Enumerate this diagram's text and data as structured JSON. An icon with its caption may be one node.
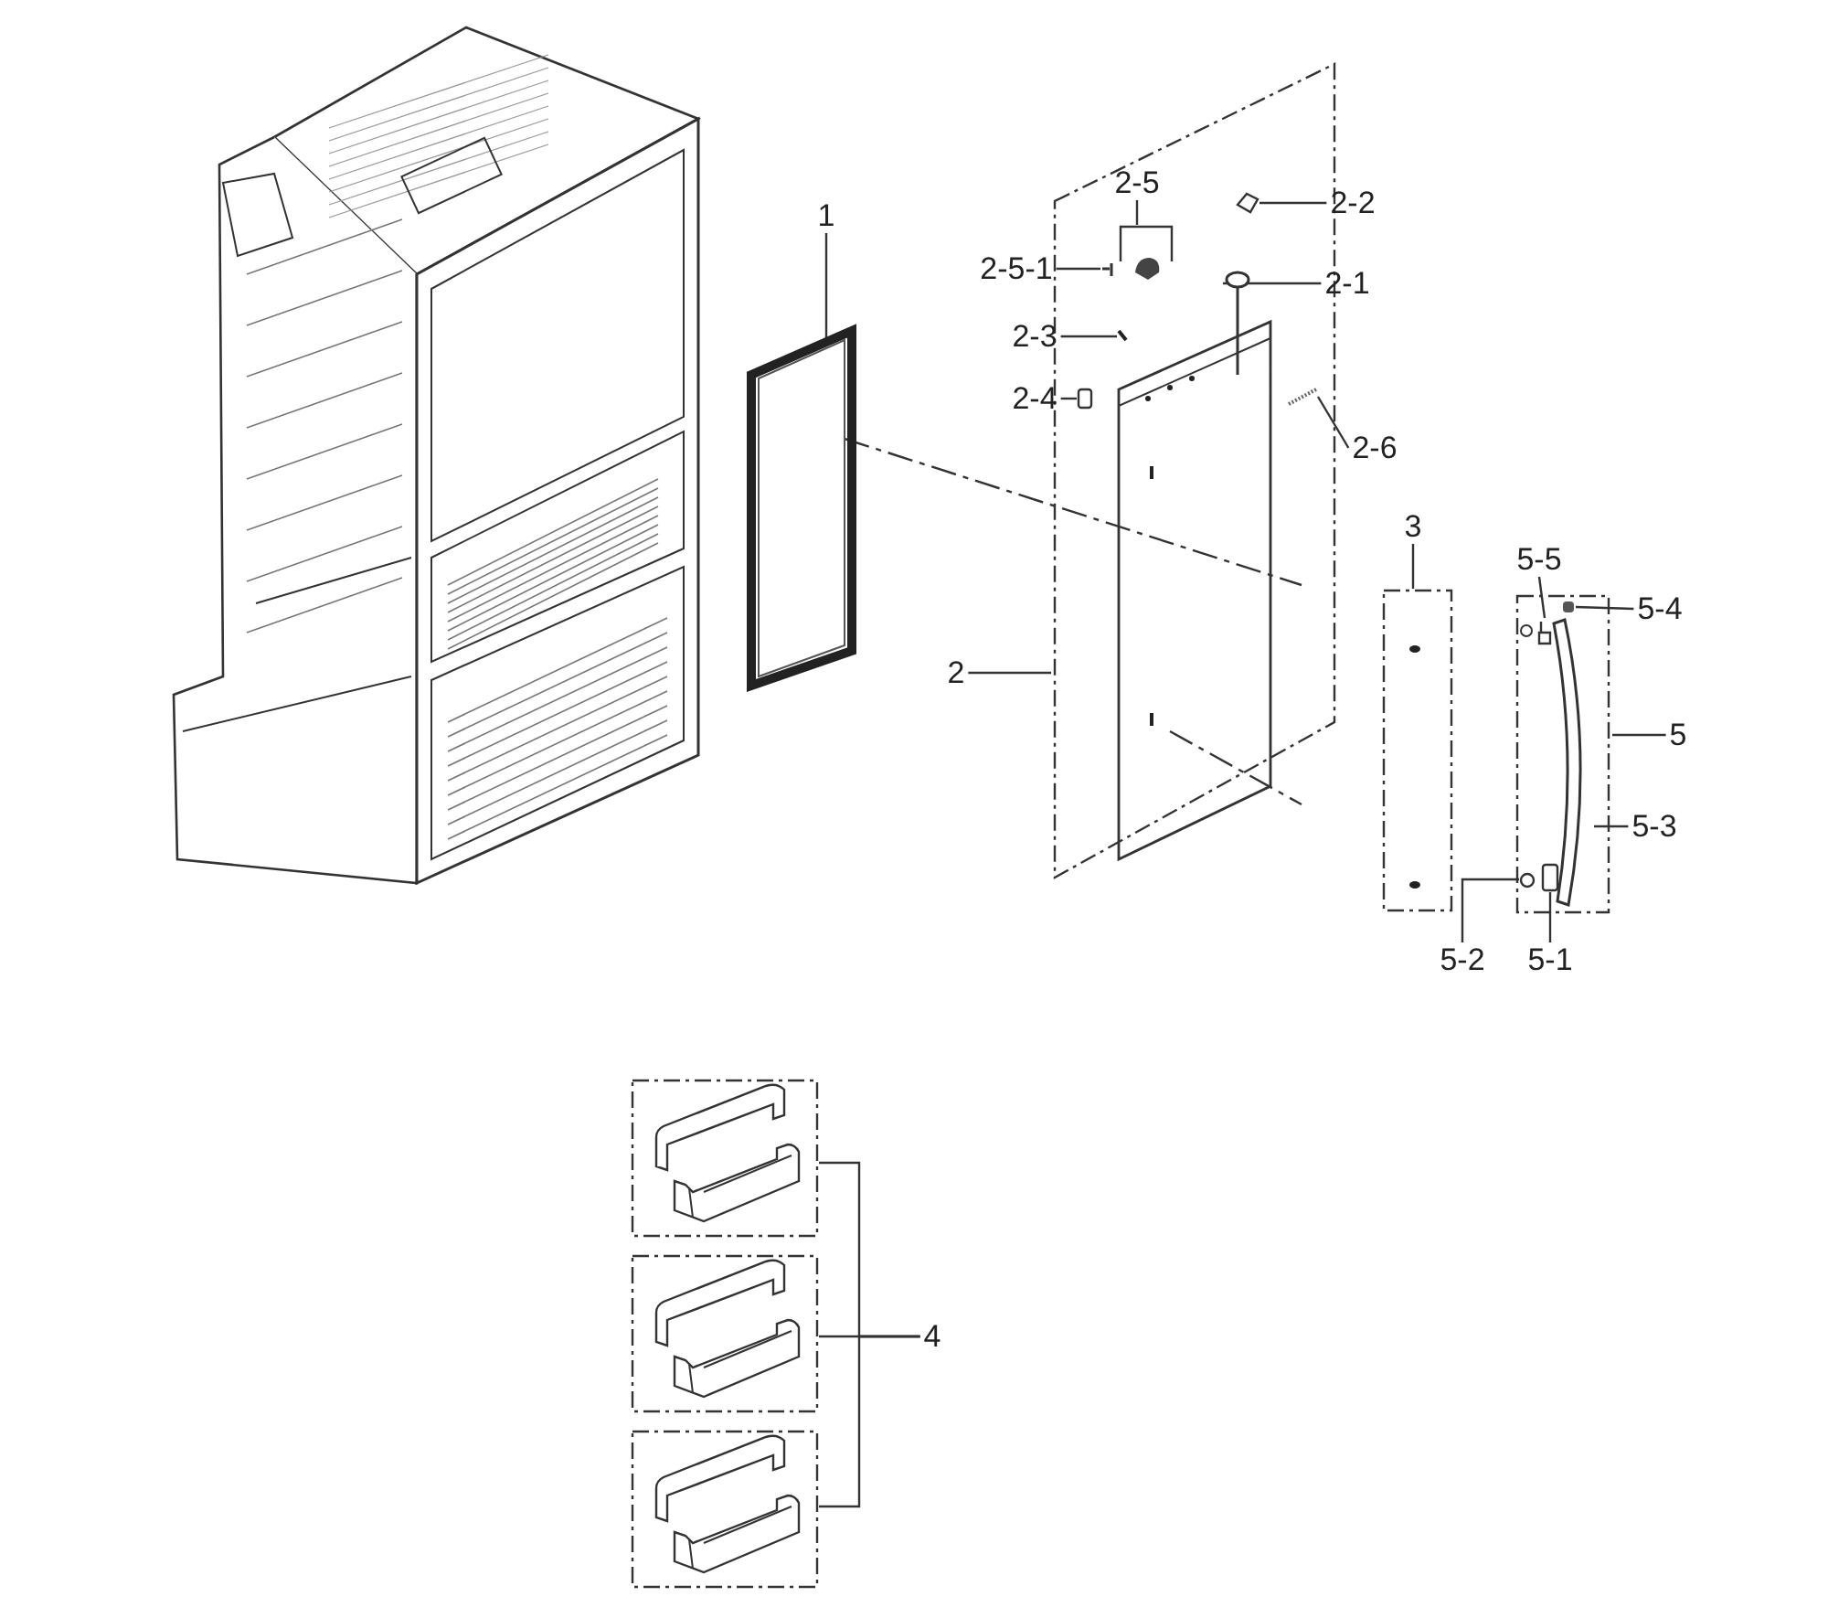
{
  "diagram": {
    "nodes": [
      {
        "text": [
          "1"
        ]
      },
      {
        "text": [],
        "shape": "picture"
      },
      {
        "text": [
          "2"
        ]
      },
      {
        "text": [],
        "shape": "box"
      },
      {
        "text": [
          "2-5"
        ],
        "in": 3
      },
      {
        "text": [],
        "shape": "picture",
        "in": 3
      },
      {
        "text": [
          "2-5-1"
        ]
      },
      {
        "text": [],
        "shape": "picture",
        "in": 3
      },
      {
        "text": [
          "2-2"
        ]
      },
      {
        "text": [],
        "shape": "picture",
        "in": 3
      },
      {
        "text": [
          "2-1"
        ]
      },
      {
        "text": [],
        "shape": "picture",
        "in": 3
      },
      {
        "text": [
          "2-3"
        ]
      },
      {
        "text": [],
        "shape": "picture",
        "in": 3
      },
      {
        "text": [
          "2-4"
        ]
      },
      {
        "text": [],
        "shape": "box",
        "in": 3
      },
      {
        "text": [
          "2-6"
        ]
      },
      {
        "text": [],
        "shape": "picture",
        "in": 3
      },
      {
        "text": [
          "3"
        ]
      },
      {
        "text": [],
        "shape": "box"
      },
      {
        "text": [
          "5"
        ]
      },
      {
        "text": [],
        "shape": "box"
      },
      {
        "text": [
          "5-5"
        ]
      },
      {
        "text": [],
        "shape": "picture",
        "in": 21
      },
      {
        "text": [
          "5-4"
        ]
      },
      {
        "text": [],
        "shape": "box",
        "in": 21
      },
      {
        "text": [
          "5-3"
        ]
      },
      {
        "text": [],
        "shape": "picture",
        "in": 21
      },
      {
        "text": [
          "5-2"
        ]
      },
      {
        "text": [],
        "shape": "circle",
        "in": 21
      },
      {
        "text": [
          "5-1"
        ]
      },
      {
        "text": [],
        "shape": "box",
        "in": 21
      },
      {
        "text": [
          "4"
        ]
      },
      {
        "text": [],
        "shape": "box"
      },
      {
        "text": [],
        "shape": "box"
      },
      {
        "text": [],
        "shape": "box"
      }
    ],
    "edges": [
      {
        "from": 0,
        "to": 1,
        "arrow": "none"
      },
      {
        "from": 2,
        "to": 3,
        "arrow": "none"
      },
      {
        "from": 4,
        "to": 5,
        "arrow": "none"
      },
      {
        "from": 6,
        "to": 7,
        "arrow": "none"
      },
      {
        "from": 8,
        "to": 9,
        "arrow": "none"
      },
      {
        "from": 10,
        "to": 11,
        "arrow": "none"
      },
      {
        "from": 12,
        "to": 13,
        "arrow": "none"
      },
      {
        "from": 14,
        "to": 15,
        "arrow": "none"
      },
      {
        "from": 16,
        "to": 17,
        "arrow": "none"
      },
      {
        "from": 18,
        "to": 19,
        "arrow": "none"
      },
      {
        "from": 20,
        "to": 21,
        "arrow": "none"
      },
      {
        "from": 22,
        "to": 23,
        "arrow": "none"
      },
      {
        "from": 24,
        "to": 25,
        "arrow": "none"
      },
      {
        "from": 26,
        "to": 27,
        "arrow": "none"
      },
      {
        "from": 28,
        "to": 29,
        "arrow": "none"
      },
      {
        "from": 30,
        "to": 31,
        "arrow": "none"
      },
      {
        "from": 32,
        "to": 33,
        "arrow": "none"
      },
      {
        "from": 32,
        "to": 34,
        "arrow": "none"
      },
      {
        "from": 32,
        "to": 35,
        "arrow": "none"
      }
    ]
  }
}
